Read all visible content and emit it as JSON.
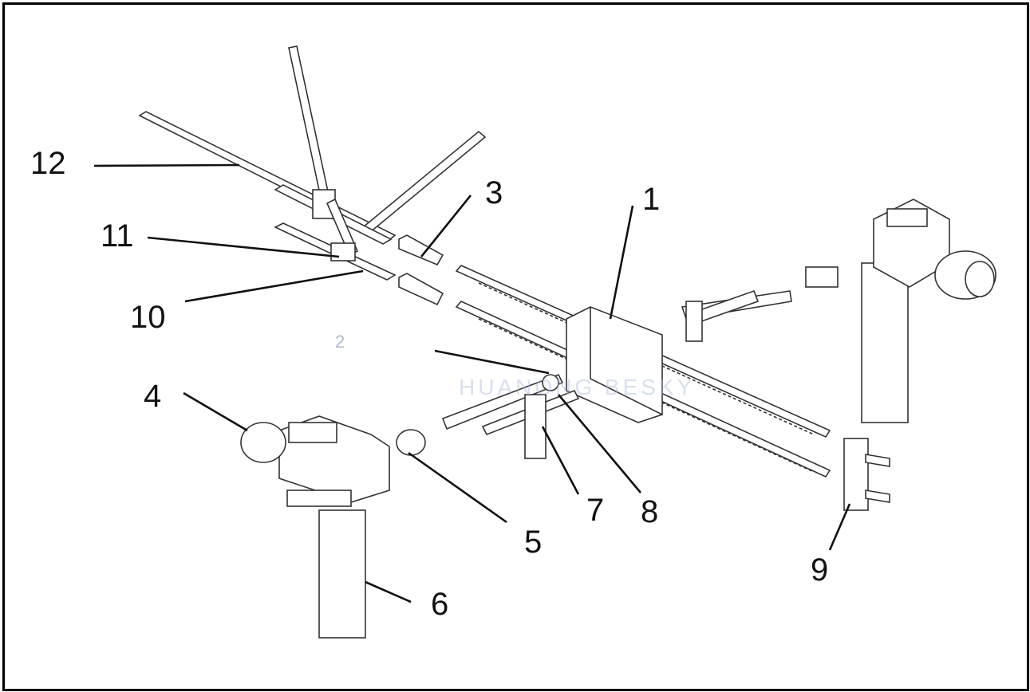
{
  "diagram": {
    "labels": [
      "1",
      "2",
      "3",
      "4",
      "5",
      "6",
      "7",
      "8",
      "9",
      "10",
      "11",
      "12"
    ],
    "watermark": "HUANONG BESKY",
    "colors": {
      "line": "#333333",
      "leader": "#111111",
      "frame": "#000000"
    }
  }
}
